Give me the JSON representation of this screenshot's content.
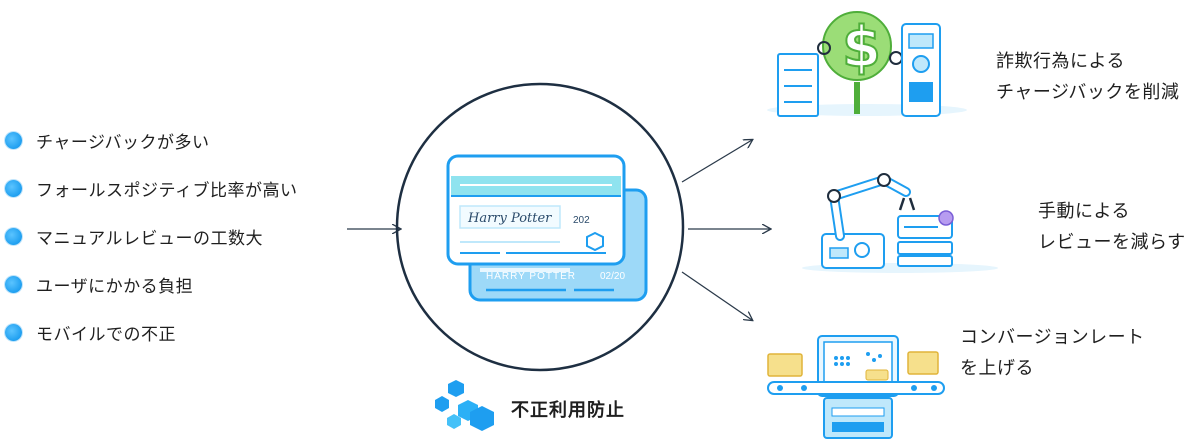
{
  "problems": [
    {
      "label": "チャージバックが多い"
    },
    {
      "label": "フォールスポジティブ比率が高い"
    },
    {
      "label": "マニュアルレビューの工数大"
    },
    {
      "label": "ユーザにかかる負担"
    },
    {
      "label": "モバイルでの不正"
    }
  ],
  "center": {
    "label": "不正利用防止",
    "card_front_signature": "Harry Potter",
    "card_front_cvv": "202",
    "card_back_name": "HARRY POTTER",
    "card_back_expiry": "02/20"
  },
  "outcomes": [
    {
      "lines": [
        "詐欺行為による",
        "チャージバックを削減"
      ],
      "icon": "money-tree-illustration"
    },
    {
      "lines": [
        "手動による",
        "レビューを減らす"
      ],
      "icon": "robot-arm-illustration"
    },
    {
      "lines": [
        "コンバージョンレート",
        "を上げる"
      ],
      "icon": "conveyor-computer-illustration"
    }
  ],
  "colors": {
    "accent": "#1e9ef0",
    "light_accent": "#bfe8fb",
    "card_blue": "#8fd3f7",
    "green": "#7bd25c",
    "ink": "#1f1f1f"
  }
}
